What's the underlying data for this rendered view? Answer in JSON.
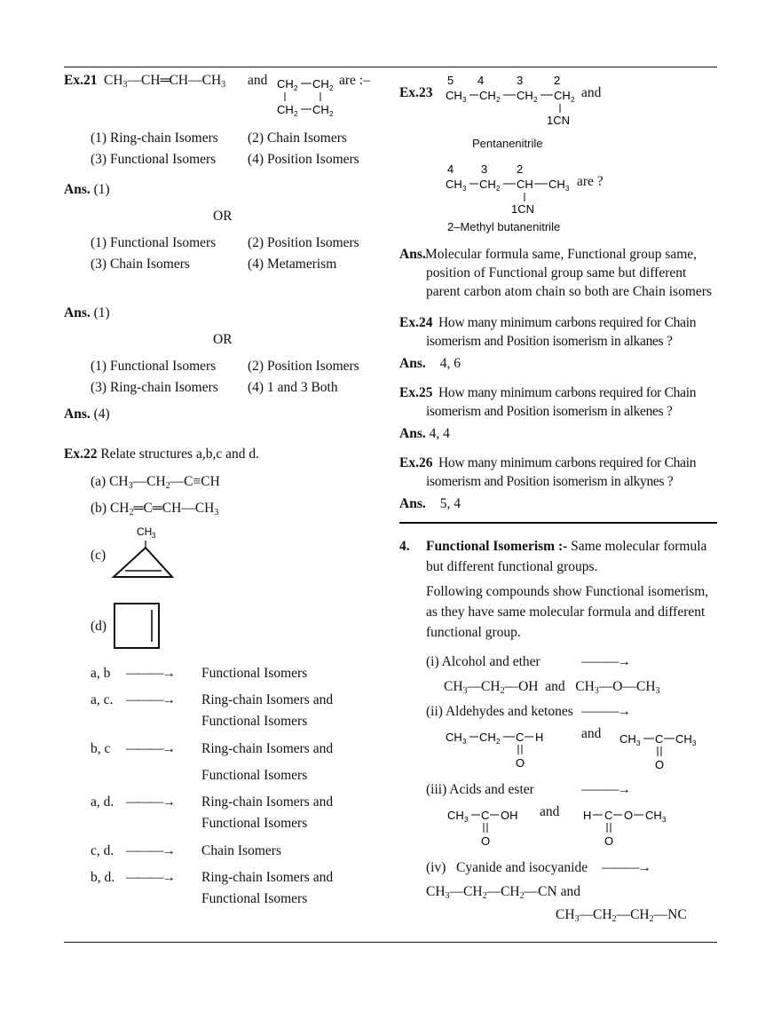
{
  "ex21": {
    "label": "Ex.21",
    "q1": {
      "options": [
        "(1) Ring-chain Isomers",
        "(2) Chain Isomers",
        "(3) Functional Isomers",
        "(4) Position Isomers"
      ],
      "ans_label": "Ans.",
      "ans": "(1)"
    },
    "or1": "OR",
    "q2": {
      "options": [
        "(1) Functional Isomers",
        "(2) Position Isomers",
        "(3) Chain Isomers",
        "(4) Metamerism"
      ],
      "ans_label": "Ans.",
      "ans": "(1)"
    },
    "or2": "OR",
    "q3": {
      "options": [
        "(1) Functional Isomers",
        "(2) Position Isomers",
        "(3) Ring-chain Isomers",
        "(4) 1 and 3 Both"
      ],
      "ans_label": "Ans.",
      "ans": "(4)"
    },
    "and": "and",
    "are": "are :–"
  },
  "ex22": {
    "label": "Ex.22",
    "question": "Relate structures a,b,c and d.",
    "c_label": "(c)",
    "d_label": "(d)",
    "ch3": "CH₃",
    "relations": [
      {
        "pair": "a, b",
        "result": [
          "Functional Isomers"
        ]
      },
      {
        "pair": "a, c.",
        "result": [
          "Ring-chain Isomers and",
          "Functional Isomers"
        ]
      },
      {
        "pair": "b, c",
        "result": [
          "Ring-chain Isomers and",
          "Functional Isomers"
        ]
      },
      {
        "pair": "a, d.",
        "result": [
          "Ring-chain Isomers and",
          "Functional Isomers"
        ]
      },
      {
        "pair": "c, d.",
        "result": [
          "Chain Isomers"
        ]
      },
      {
        "pair": "b, d.",
        "result": [
          "Ring-chain Isomers and",
          "Functional Isomers"
        ]
      }
    ],
    "arrow": "———→"
  },
  "ex23": {
    "label": "Ex.23",
    "and": "and",
    "name1": "Pentanenitrile",
    "are": "are ?",
    "name2": "2–Methyl butanenitrile",
    "ans_label": "Ans.",
    "ans": "Molecular formula same, Functional group same, position of Functional group same but different parent carbon atom chain so both are Chain isomers"
  },
  "ex24": {
    "label": "Ex.24",
    "question": "How many minimum carbons required for Chain isomerism and Position isomerism in alkanes ?",
    "ans_label": "Ans.",
    "ans": "4, 6"
  },
  "ex25": {
    "label": "Ex.25",
    "question": "How many minimum carbons required for Chain isomerism and Position isomerism in alkenes ?",
    "ans_label": "Ans.",
    "ans": "4, 4"
  },
  "ex26": {
    "label": "Ex.26",
    "question": "How many minimum carbons required for Chain isomerism and Position isomerism in alkynes ?",
    "ans_label": "Ans.",
    "ans": "5, 4"
  },
  "section4": {
    "number": "4.",
    "title": "Functional Isomerism :-",
    "title_rest": "Same molecular formula but different functional groups.",
    "intro": "Following compounds show Functional isomerism, as they have same molecular formula and different functional group.",
    "items": [
      {
        "label": "(i)  Alcohol and ether"
      },
      {
        "label": "(ii) Aldehydes and ketones"
      },
      {
        "label": "(iii) Acids and ester"
      },
      {
        "label": "(iv)   Cyanide and isocyanide"
      }
    ],
    "and": "and"
  }
}
